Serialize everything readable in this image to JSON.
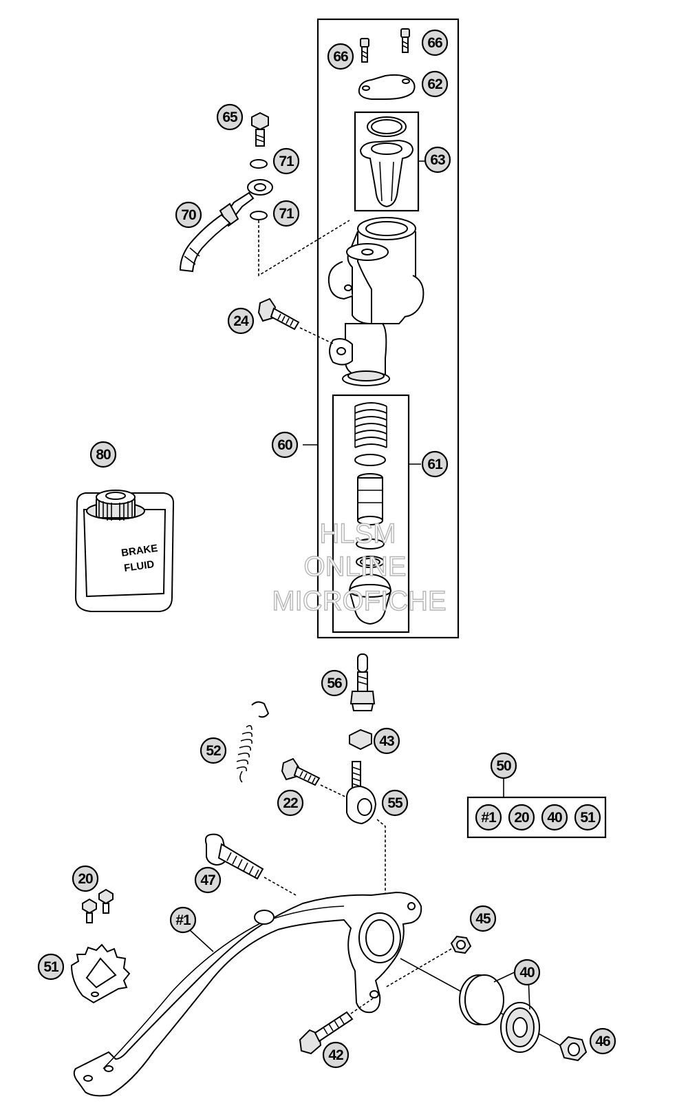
{
  "callouts": {
    "c66a": "66",
    "c66b": "66",
    "c62": "62",
    "c63": "63",
    "c65": "65",
    "c71a": "71",
    "c71b": "71",
    "c70": "70",
    "c24": "24",
    "c60": "60",
    "c61": "61",
    "c80": "80",
    "c56": "56",
    "c43": "43",
    "c52": "52",
    "c22": "22",
    "c55": "55",
    "c50": "50",
    "c20": "20",
    "c47": "47",
    "c1": "#1",
    "c45": "45",
    "c51": "51",
    "c40": "40",
    "c46": "46",
    "c42": "42"
  },
  "kit": {
    "items": [
      "#1",
      "20",
      "40",
      "51"
    ]
  },
  "can_label": {
    "line1": "BRAKE",
    "line2": "FLUID"
  },
  "watermark": {
    "line1": "HLSM",
    "line2": "ONLINE",
    "line3": "MICROFICHE"
  }
}
